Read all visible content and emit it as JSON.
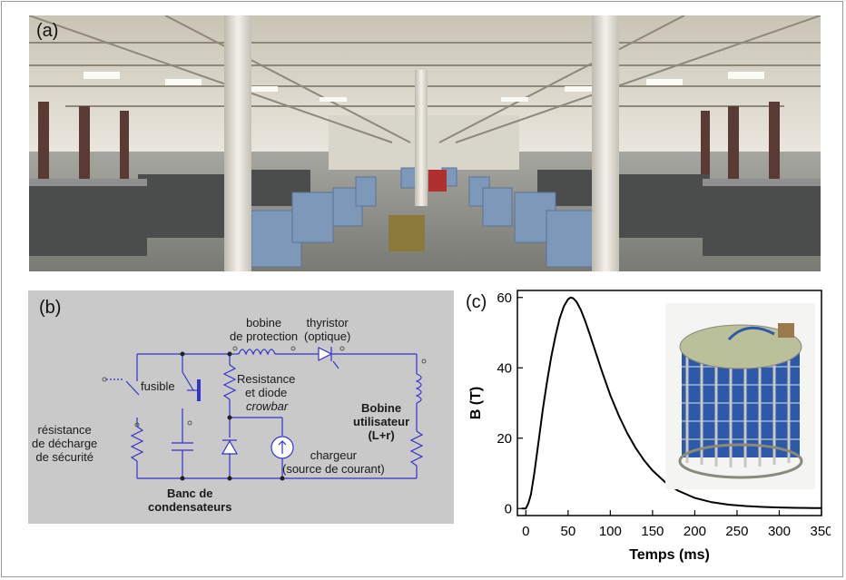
{
  "panel_a": {
    "label": "(a)"
  },
  "panel_b": {
    "label": "(b)",
    "components": {
      "bobine_protection": "bobine\nde protection",
      "thyristor": "thyristor\n(optique)",
      "fusible": "fusible",
      "resistance_diode": "Resistance\net diode",
      "crowbar": "crowbar",
      "bobine_utilisateur": "Bobine\nutilisateur\n(L+r)",
      "resistance_decharge": "résistance\nde décharge\nde sécurité",
      "chargeur": "chargeur\n(source de courant)",
      "banc": "Banc de\ncondensateurs"
    }
  },
  "panel_c": {
    "label": "(c)"
  },
  "chart_data": {
    "type": "line",
    "title": "",
    "xlabel": "Temps (ms)",
    "ylabel": "B (T)",
    "xlim": [
      -10,
      350
    ],
    "ylim": [
      -2,
      62
    ],
    "xticks": [
      0,
      50,
      100,
      150,
      200,
      250,
      300,
      350
    ],
    "yticks": [
      0,
      20,
      40,
      60
    ],
    "grid": false,
    "series": [
      {
        "color": "#000000",
        "x": [
          -5,
          0,
          3,
          6,
          10,
          15,
          20,
          25,
          30,
          35,
          40,
          45,
          50,
          53,
          56,
          60,
          65,
          70,
          75,
          80,
          90,
          100,
          110,
          120,
          130,
          140,
          150,
          165,
          180,
          200,
          220,
          240,
          260,
          280,
          300,
          320,
          340,
          350
        ],
        "y": [
          0,
          0,
          1.5,
          4,
          10,
          19,
          28,
          36,
          43,
          49,
          54,
          57.5,
          59.5,
          60,
          59.8,
          58.8,
          56.5,
          53.5,
          50,
          46.3,
          39,
          32.2,
          26.4,
          21.4,
          17.2,
          13.7,
          10.8,
          7.5,
          5.1,
          3.0,
          1.8,
          1.1,
          0.7,
          0.45,
          0.3,
          0.2,
          0.15,
          0.12
        ]
      }
    ]
  }
}
